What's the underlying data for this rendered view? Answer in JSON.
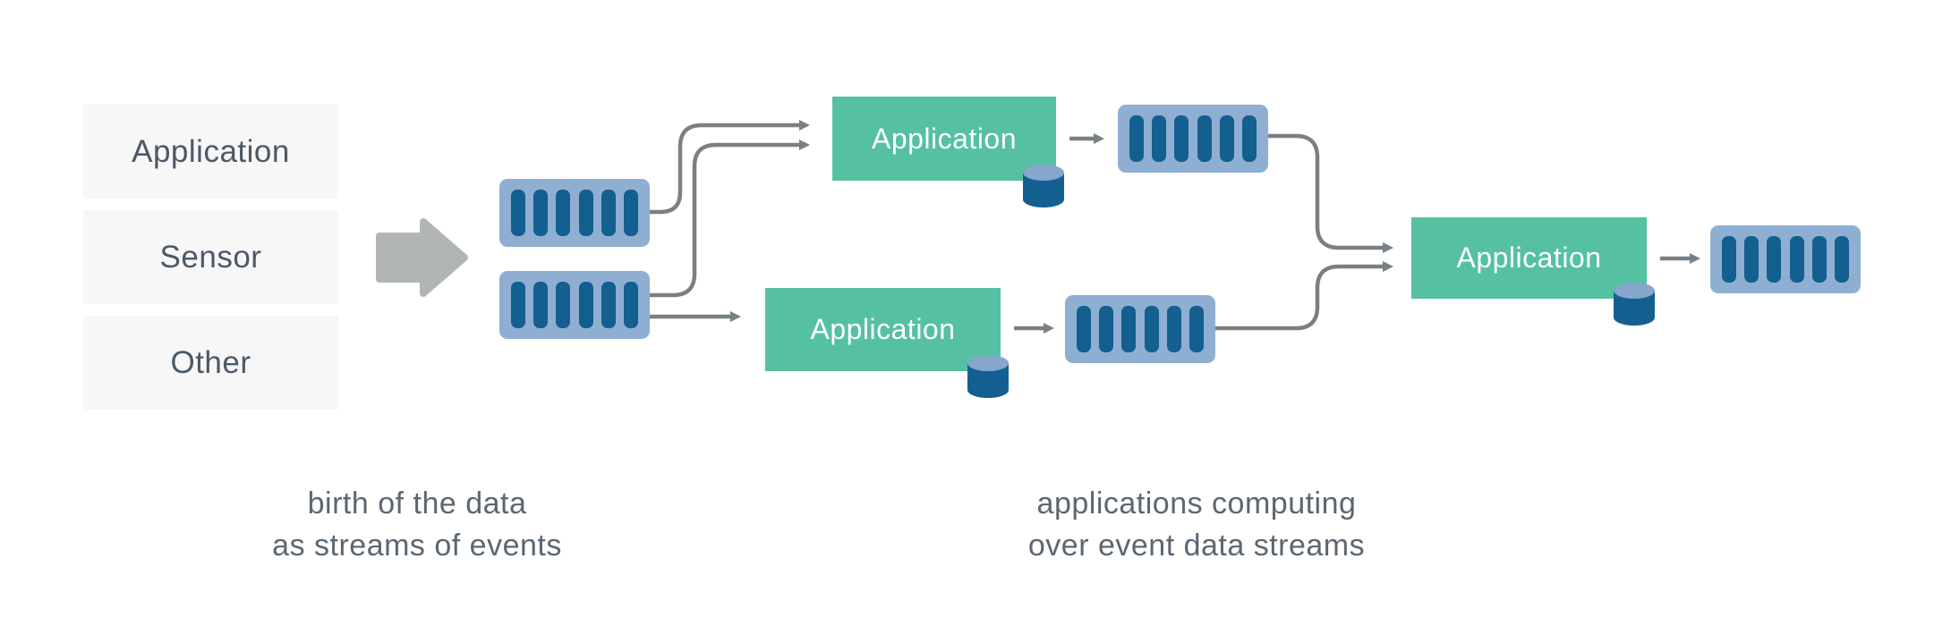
{
  "sources": {
    "items": [
      {
        "label": "Application"
      },
      {
        "label": "Sensor"
      },
      {
        "label": "Other"
      }
    ]
  },
  "processors": [
    {
      "label": "Application"
    },
    {
      "label": "Application"
    },
    {
      "label": "Application"
    }
  ],
  "captions": {
    "left": {
      "line1": "birth of the data",
      "line2": "as streams of events"
    },
    "right": {
      "line1": "applications computing",
      "line2": "over event data streams"
    }
  },
  "icons": {
    "stream_bar_count": 6,
    "big_arrow": "big-arrow-icon",
    "event_stream": "event-stream-icon",
    "database": "database-cylinder-icon"
  },
  "colors": {
    "page_bg": "#ffffff",
    "green": "#55c1a2",
    "app_text": "#ffffff",
    "stream_bg": "#8fafd2",
    "stream_bar": "#135f8f",
    "cyl_body": "#145f92",
    "cyl_top": "#86a6cb",
    "connector": "#798085",
    "big_arrow": "#b2b5b6",
    "source_box_bg": "#f7f7f8",
    "source_text": "#4b5967",
    "caption_text": "#5b6771"
  }
}
